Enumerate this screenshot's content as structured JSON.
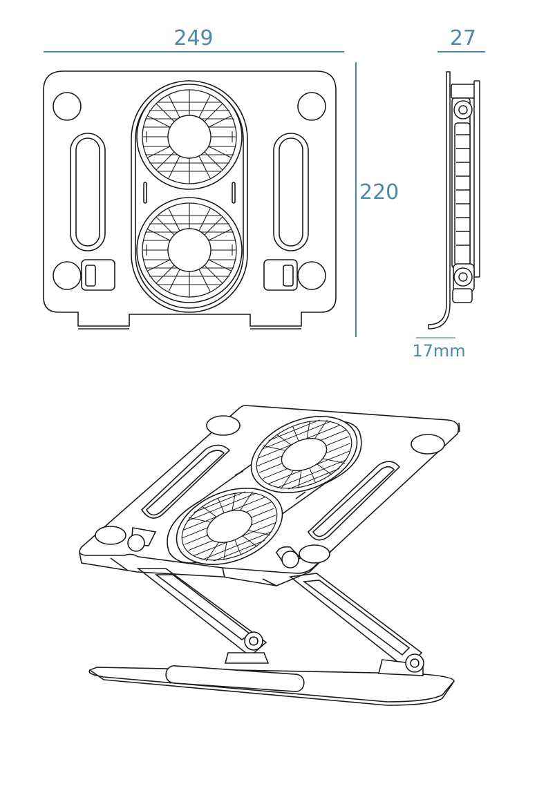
{
  "dimensions": {
    "width": "249",
    "depth": "27",
    "height": "220",
    "thickness": "17mm"
  },
  "colors": {
    "dimension": "#4a8aa8",
    "line": "#1a1a1a",
    "fill": "#ffffff"
  }
}
